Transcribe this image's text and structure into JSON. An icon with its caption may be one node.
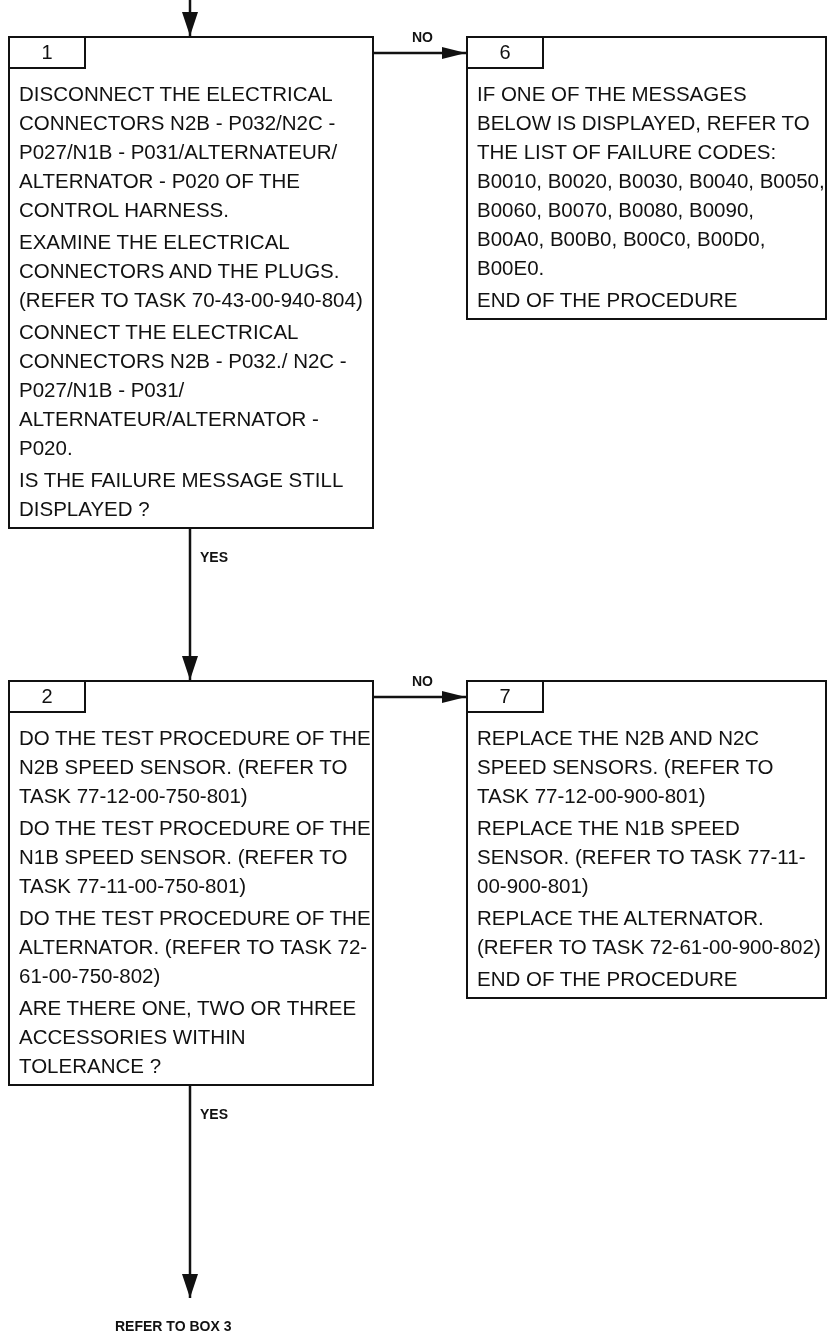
{
  "diagram": {
    "nodes": [
      {
        "text": [
          "1",
          "DISCONNECT THE ELECTRICAL CONNECTORS N2B - P032/N2C - P027/N1B - P031/ALTERNATEUR/ ALTERNATOR - P020 OF THE CONTROL HARNESS.",
          "EXAMINE THE ELECTRICAL CONNECTORS AND THE PLUGS. (REFER TO TASK 70-43-00-940-804)",
          "CONNECT THE ELECTRICAL CONNECTORS N2B - P032./ N2C - P027/N1B - P031/ ALTERNATEUR/ALTERNATOR - P020.",
          "IS THE FAILURE MESSAGE STILL DISPLAYED ?"
        ]
      },
      {
        "text": [
          "6",
          "IF ONE OF THE MESSAGES BELOW IS DISPLAYED, REFER TO THE LIST OF FAILURE CODES: B0010, B0020, B0030, B0040, B0050, B0060, B0070, B0080, B0090, B00A0, B00B0, B00C0, B00D0, B00E0.",
          "END OF THE PROCEDURE"
        ]
      },
      {
        "text": [
          "2",
          "DO THE TEST PROCEDURE OF THE N2B SPEED SENSOR. (REFER TO TASK 77-12-00-750-801)",
          "DO THE TEST PROCEDURE OF THE N1B SPEED SENSOR. (REFER TO TASK 77-11-00-750-801)",
          "DO THE TEST PROCEDURE OF THE ALTERNATOR. (REFER TO TASK 72-61-00-750-802)",
          "ARE THERE ONE, TWO OR THREE ACCESSORIES WITHIN TOLERANCE ?"
        ]
      },
      {
        "text": [
          "7",
          "REPLACE THE N2B AND N2C SPEED SENSORS. (REFER TO TASK 77-12-00-900-801)",
          "REPLACE THE N1B SPEED SENSOR. (REFER TO TASK 77-11-00-900-801)",
          "REPLACE THE ALTERNATOR. (REFER TO TASK 72-61-00-900-802)",
          "END OF THE PROCEDURE"
        ]
      },
      {
        "text": [
          "REFER TO BOX 3"
        ]
      }
    ],
    "edges": [
      {
        "from": null,
        "to": 0,
        "arrow": "to"
      },
      {
        "from": 0,
        "to": 1,
        "arrow": "to",
        "label": "NO"
      },
      {
        "from": 0,
        "to": 2,
        "arrow": "to",
        "label": "YES"
      },
      {
        "from": 2,
        "to": 3,
        "arrow": "to",
        "label": "NO"
      },
      {
        "from": 2,
        "to": 4,
        "arrow": "to",
        "label": "YES"
      }
    ]
  }
}
